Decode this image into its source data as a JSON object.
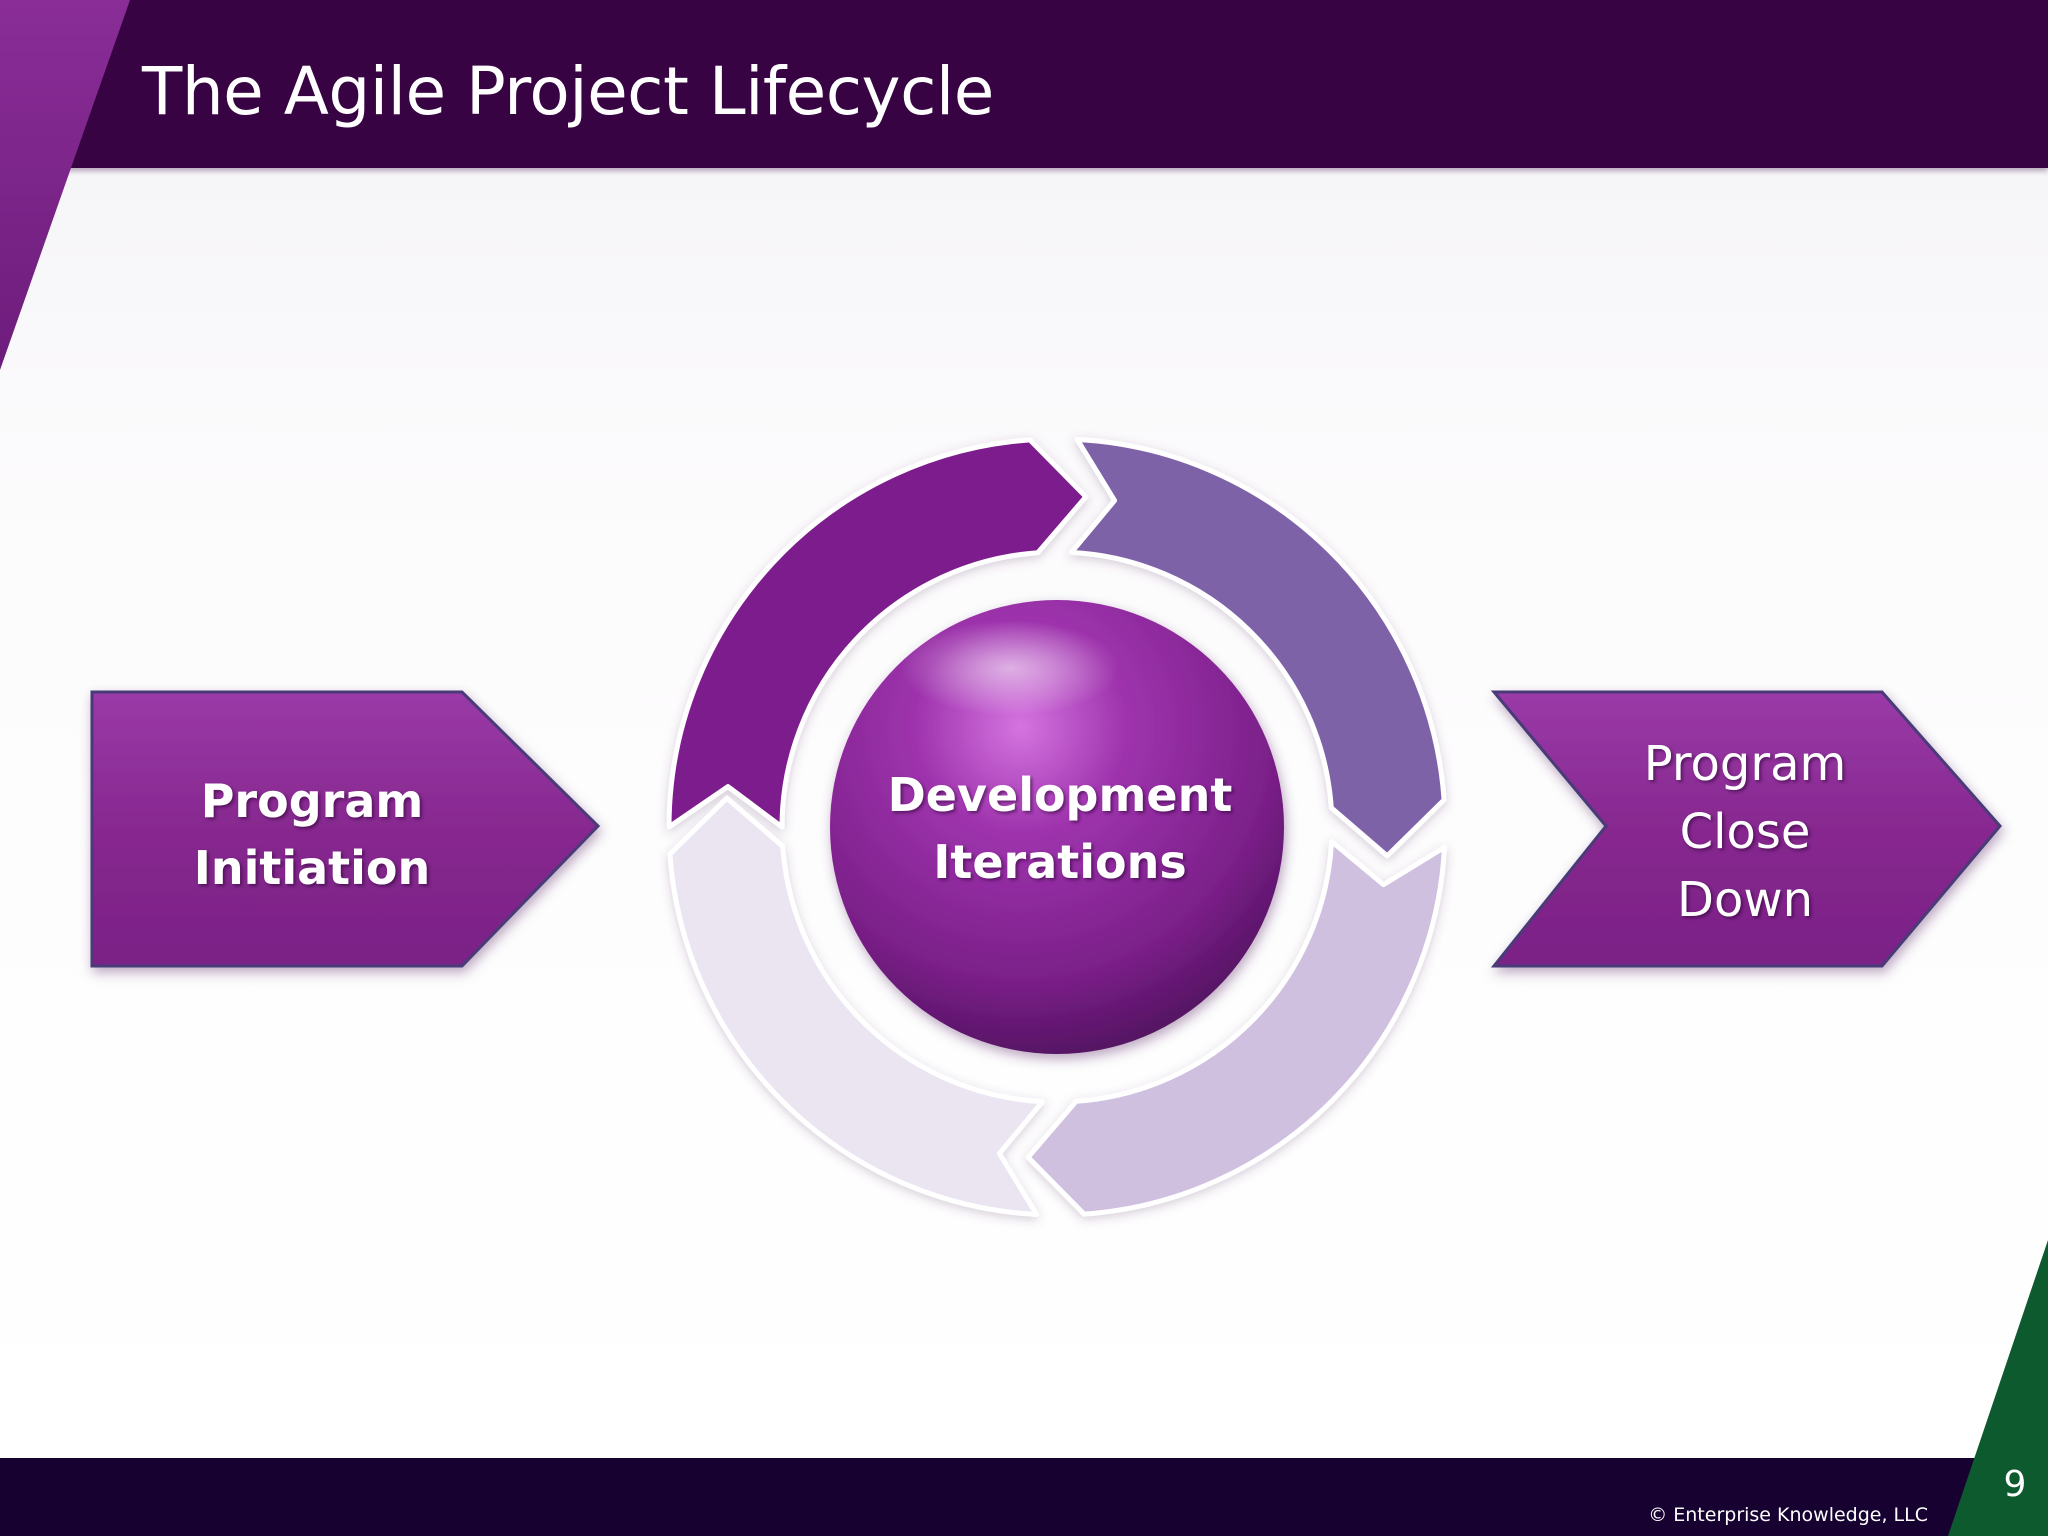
{
  "slide": {
    "title": "The Agile Project Lifecycle",
    "page_number": "9",
    "copyright": "© Enterprise Knowledge, LLC"
  },
  "diagram": {
    "start_shape": {
      "label_line1": "Program",
      "label_line2": "Initiation"
    },
    "center_circle": {
      "label_line1": "Development",
      "label_line2": "Iterations"
    },
    "end_shape": {
      "label_line1": "Program",
      "label_line2": "Close",
      "label_line3": "Down"
    },
    "cycle_arrow_colors": [
      "#7d1f8c",
      "#7e62a8",
      "#cfc0e0",
      "#ebe5f2"
    ]
  },
  "colors": {
    "title_bar": "#380343",
    "footer_bar": "#160130",
    "accent_purple": "#86258f",
    "accent_green": "#0e5a2f"
  }
}
